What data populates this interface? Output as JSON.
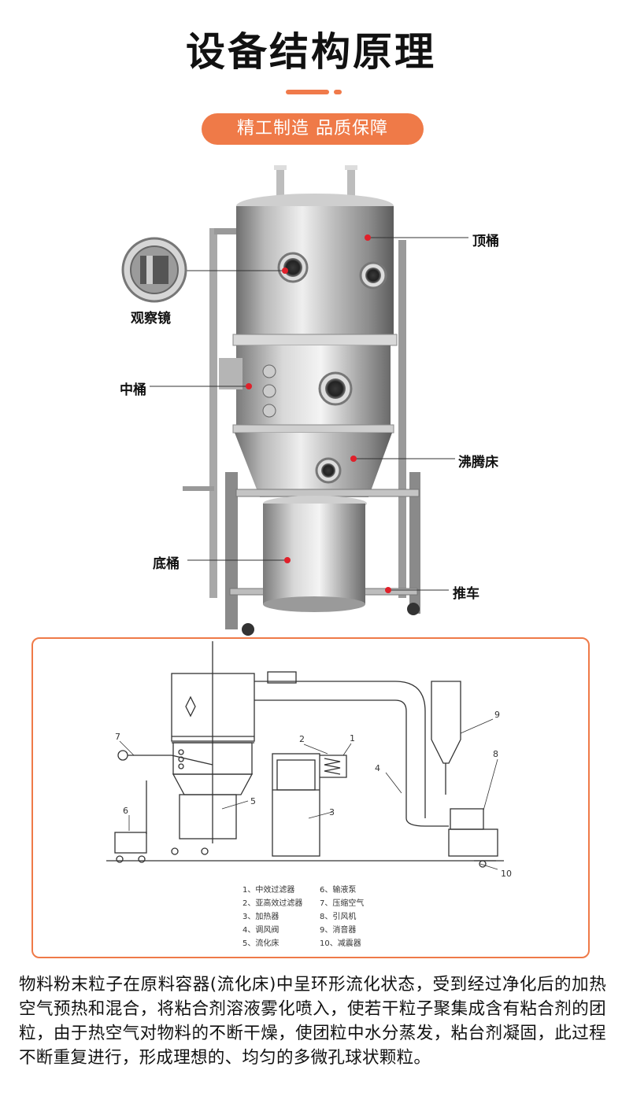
{
  "header": {
    "title": "设备结构原理",
    "badge": "精工制造 品质保障"
  },
  "photo_labels": {
    "top_barrel": "顶桶",
    "sight_glass": "观察镜",
    "middle_barrel": "中桶",
    "fluid_bed": "沸腾床",
    "bottom_barrel": "底桶",
    "cart": "推车"
  },
  "diagram": {
    "numbers": [
      "1",
      "2",
      "3",
      "4",
      "5",
      "6",
      "7",
      "8",
      "9",
      "10"
    ],
    "legend_left": [
      "1、中效过滤器",
      "2、亚高效过滤器",
      "3、加热器",
      "4、调风阀",
      "5、流化床"
    ],
    "legend_right": [
      "6、输液泵",
      "7、压缩空气",
      "8、引风机",
      "9、消音器",
      "10、减震器"
    ]
  },
  "description": "物料粉末粒子在原料容器(流化床)中呈环形流化状态，受到经过净化后的加热空气预热和混合，将粘合剂溶液雾化喷入，使若干粒子聚集成含有粘合剂的团粒，由于热空气对物料的不断干燥，使团粒中水分蒸发，粘台剂凝固，此过程不断重复进行，形成理想的、均匀的多微孔球状颗粒。",
  "colors": {
    "accent": "#ef7a48",
    "marker": "#e0202a"
  }
}
